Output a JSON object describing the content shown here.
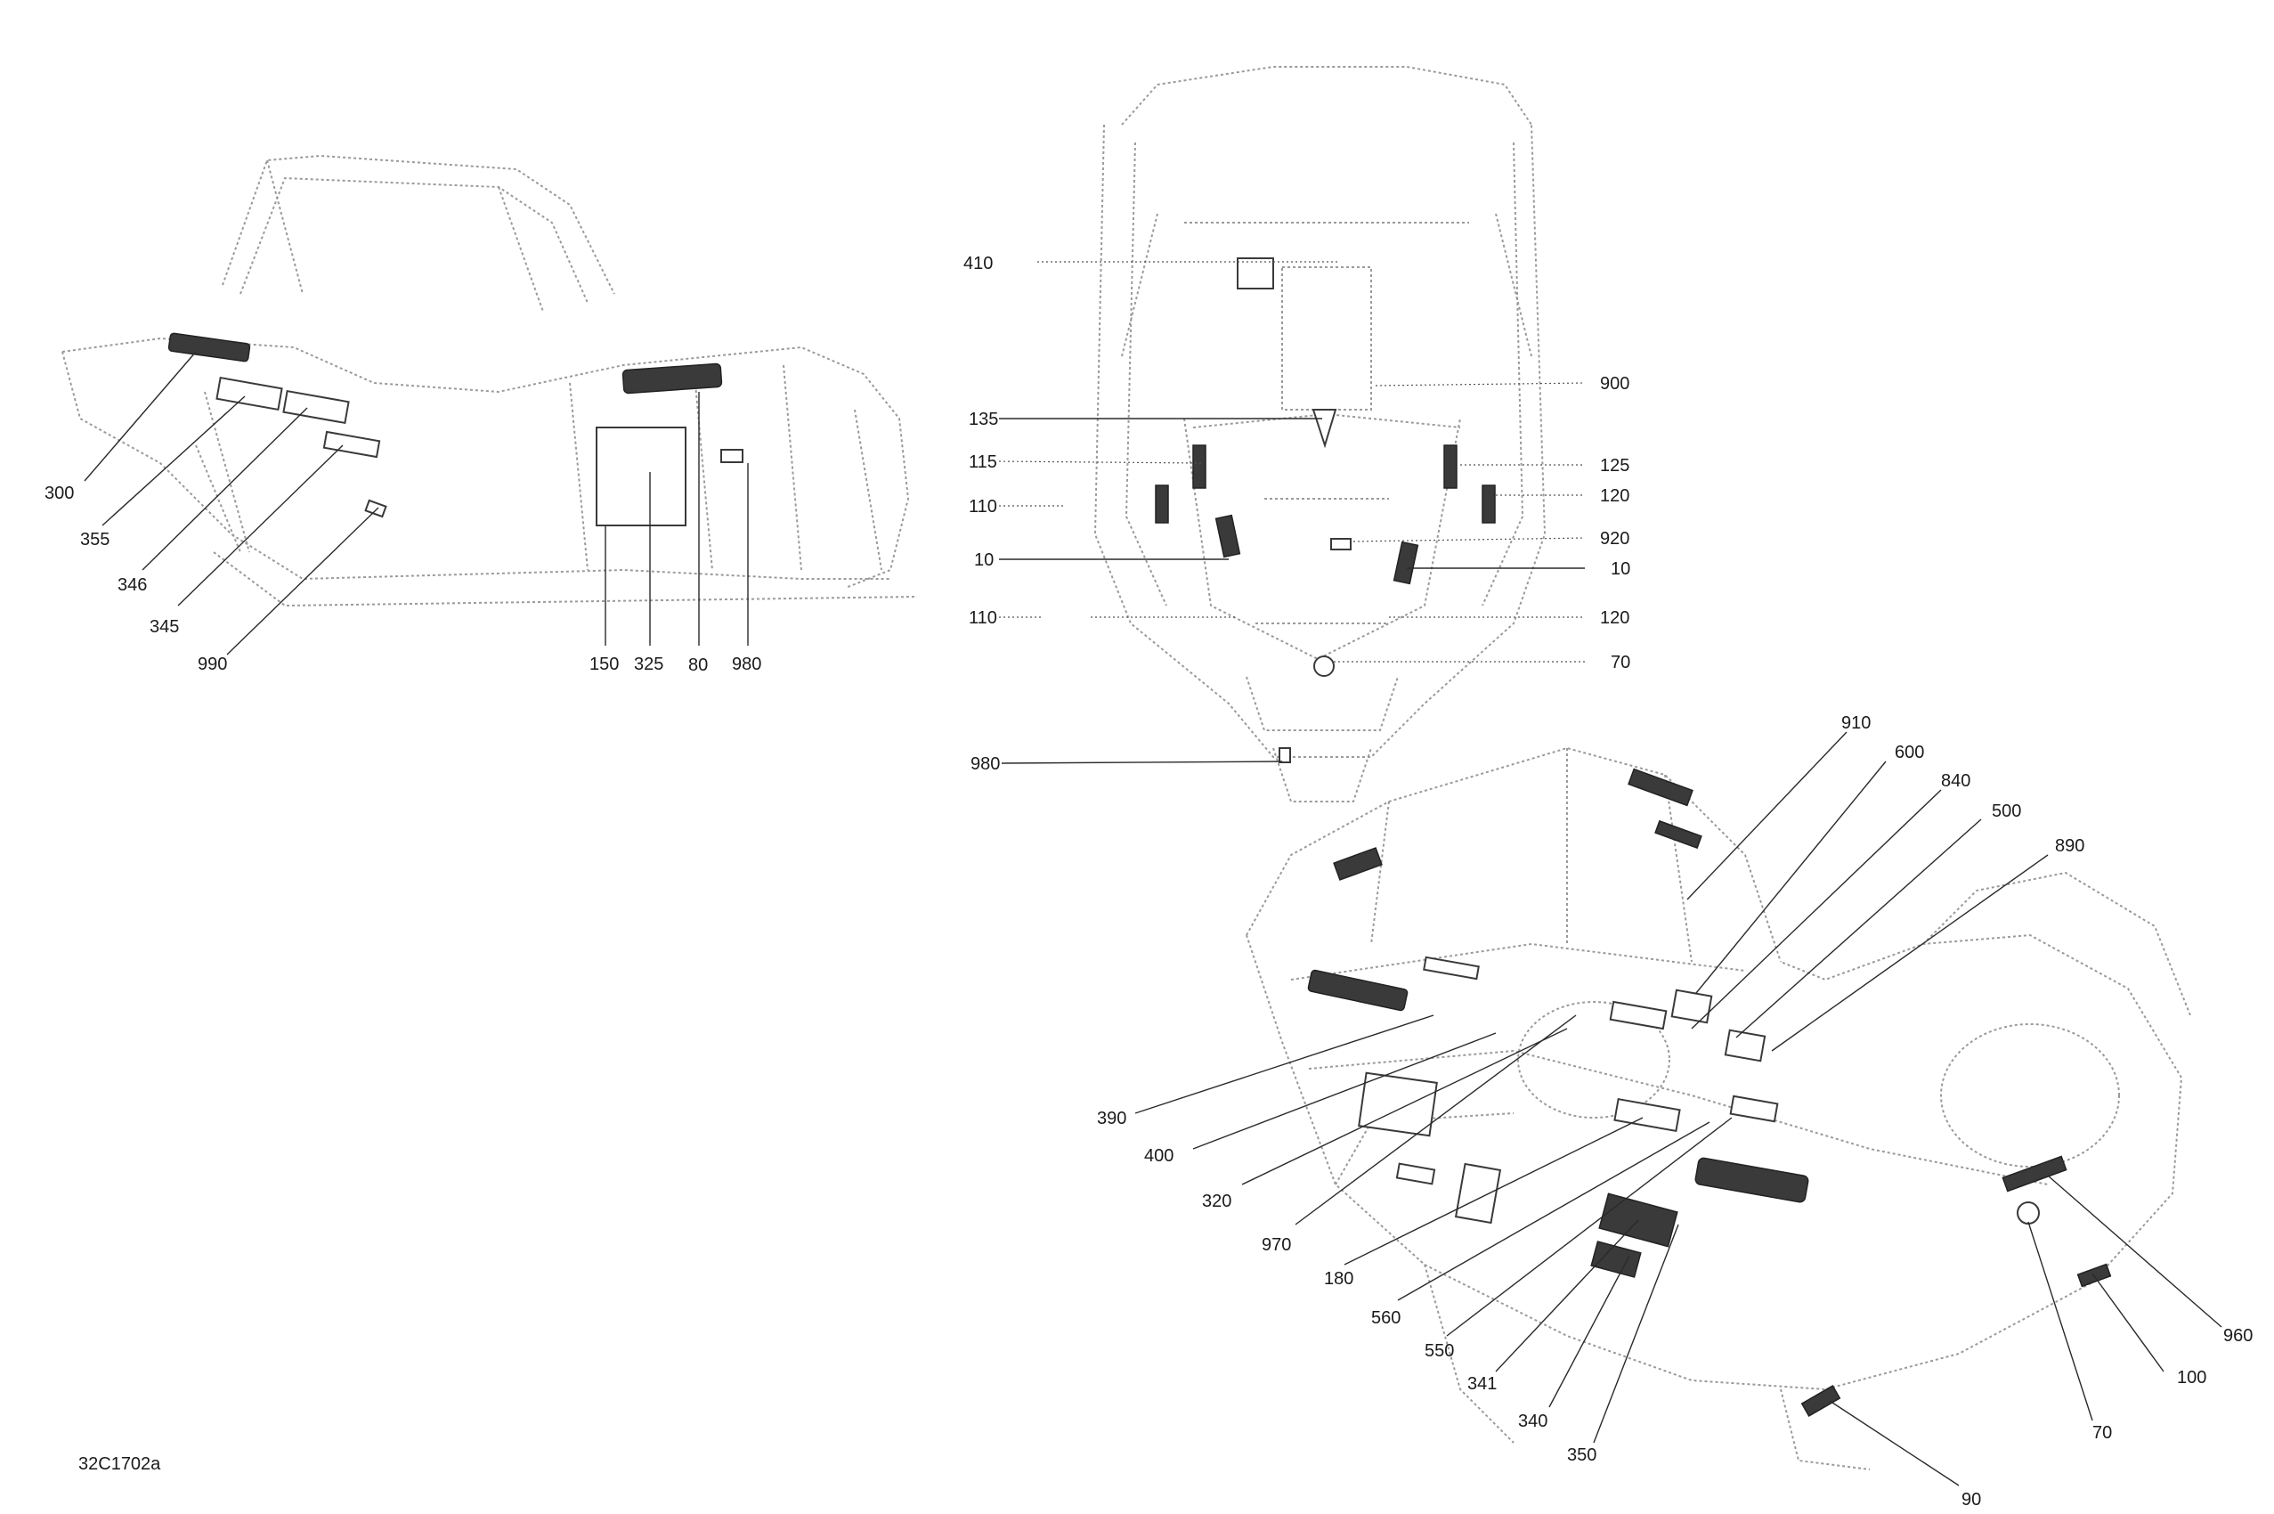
{
  "drawing_code": "32C1702a",
  "views": {
    "side": {
      "callouts": [
        "300",
        "355",
        "346",
        "345",
        "990",
        "150",
        "325",
        "80",
        "980"
      ]
    },
    "top": {
      "callouts": [
        "410",
        "900",
        "135",
        "115",
        "125",
        "110",
        "120",
        "920",
        "10",
        "10",
        "110",
        "120",
        "70",
        "980"
      ]
    },
    "perspective": {
      "callouts": [
        "910",
        "600",
        "840",
        "500",
        "890",
        "390",
        "400",
        "320",
        "970",
        "180",
        "560",
        "550",
        "341",
        "340",
        "350",
        "960",
        "100",
        "70",
        "90"
      ]
    }
  }
}
